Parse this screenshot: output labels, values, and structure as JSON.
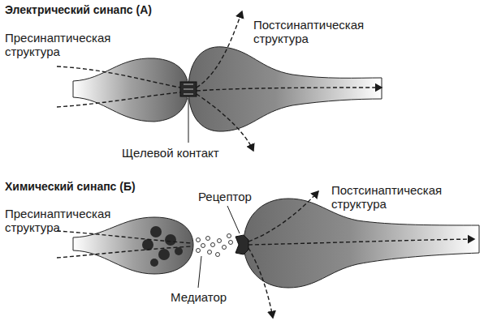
{
  "diagram": {
    "labels": [
      "Электрический синапс (А)",
      "Пресинаптическая структура",
      "Постсинаптическая структура",
      "Щелевой контакт",
      "Химический синапс (Б)",
      "Пресинаптическая структура",
      "Рецептор",
      "Постсинаптическая структура",
      "Медиатор"
    ]
  }
}
